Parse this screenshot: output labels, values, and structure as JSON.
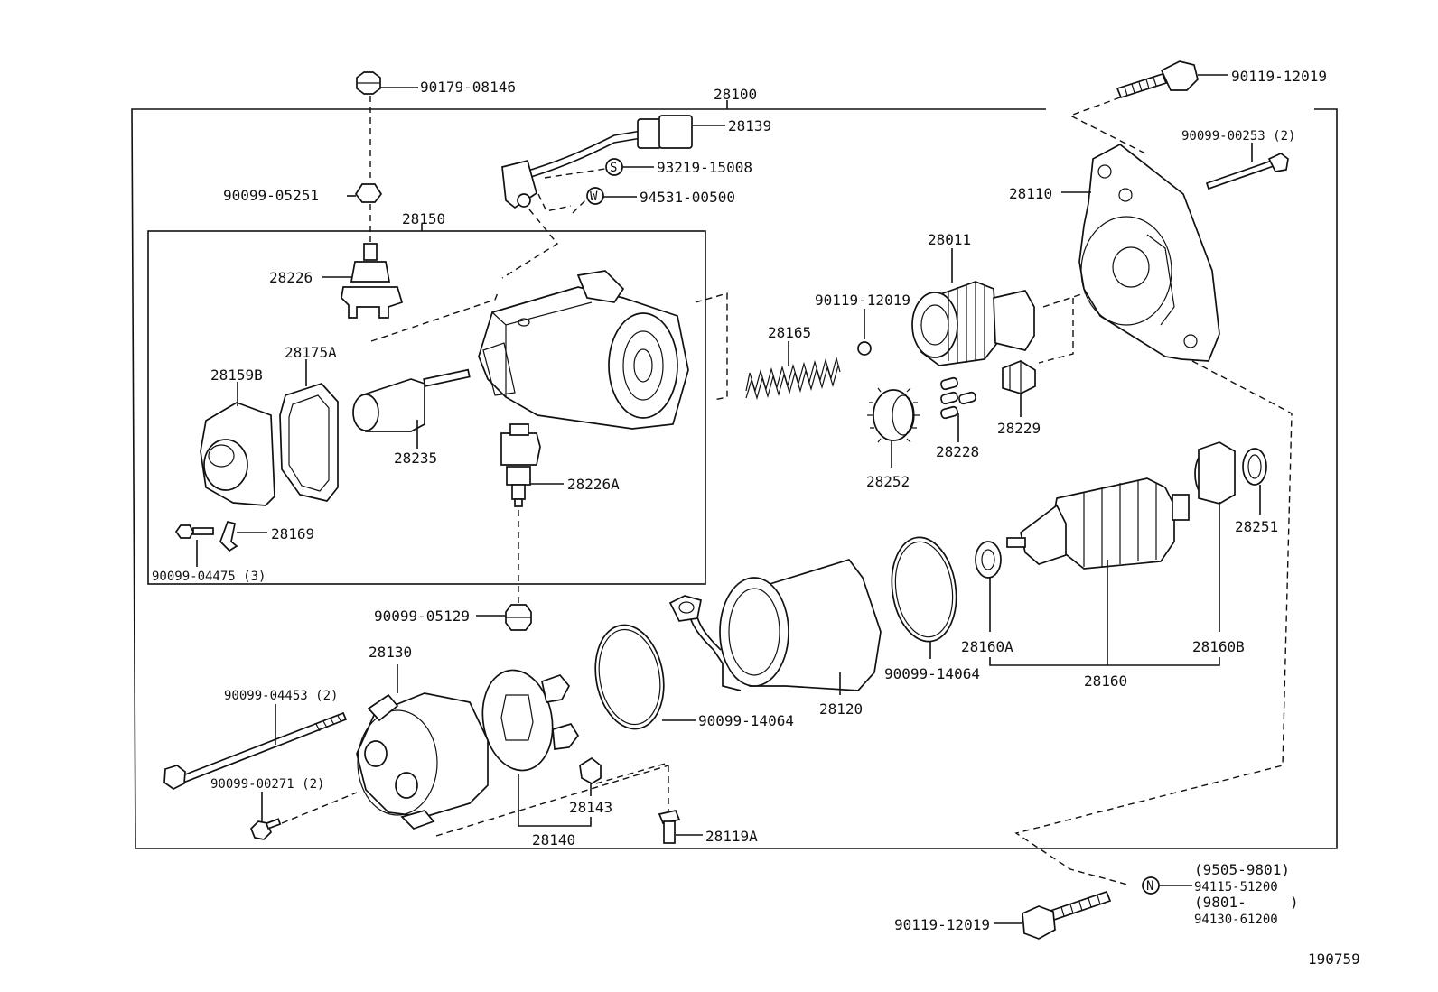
{
  "diagram": {
    "ref_number": "190759",
    "assembly_labels": {
      "starter_assy": "28100",
      "switch_assy": "28150"
    },
    "part_labels": {
      "p28139": "28139",
      "p93219": "93219-15008",
      "p94531": "94531-00500",
      "p90179": "90179-08146",
      "p90099_05251": "90099-05251",
      "p28226": "28226",
      "p28159B": "28159B",
      "p28175A": "28175A",
      "p28235": "28235",
      "p28226A": "28226A",
      "p28169": "28169",
      "p90099_04475": "90099-04475 (3)",
      "p90099_05129": "90099-05129",
      "p28165": "28165",
      "p90119_mid": "90119-12019",
      "p28011": "28011",
      "p28252": "28252",
      "p28228": "28228",
      "p28229": "28229",
      "p28110": "28110",
      "p90119_top": "90119-12019",
      "p90099_00253": "90099-00253 (2)",
      "p28251": "28251",
      "p28160A": "28160A",
      "p28160B": "28160B",
      "p28160": "28160",
      "p90099_14064_r": "90099-14064",
      "p28120": "28120",
      "p90099_14064_l": "90099-14064",
      "p28130": "28130",
      "p90099_04453": "90099-04453 (2)",
      "p90099_00271": "90099-00271 (2)",
      "p28143": "28143",
      "p28140": "28140",
      "p28119A": "28119A",
      "p90119_bot": "90119-12019",
      "p9505": "(9505-9801)",
      "p94115": "94115-51200",
      "p9801": "(9801-     )",
      "p94130": "94130-61200"
    },
    "callout_symbols": {
      "s": "S",
      "w": "W",
      "n": "N"
    }
  }
}
